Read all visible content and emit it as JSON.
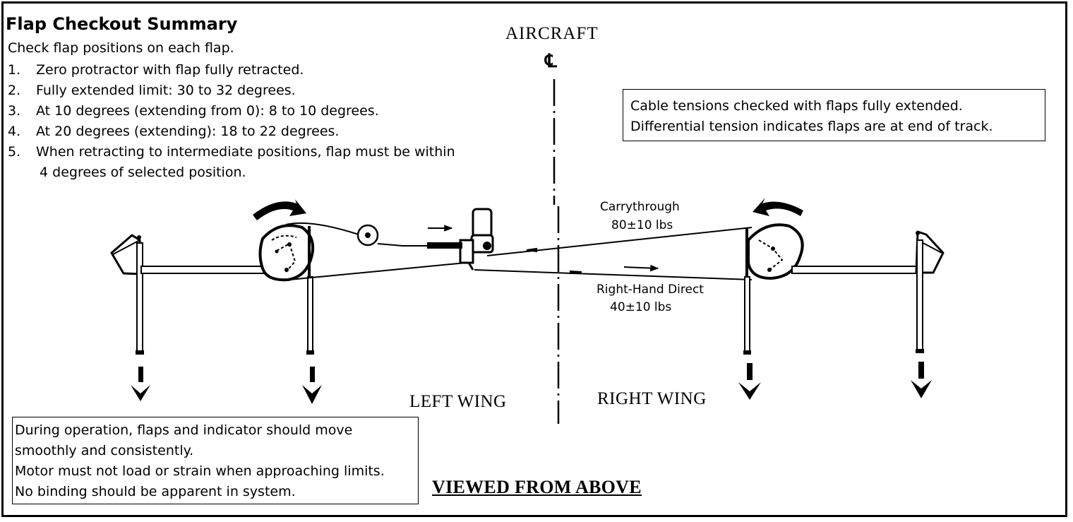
{
  "summary": {
    "title": "Flap Checkout Summary",
    "intro": "Check flap positions on each flap.",
    "steps": [
      {
        "num": "1.",
        "text": "Zero protractor with flap fully retracted.",
        "cont": ""
      },
      {
        "num": "2.",
        "text": "Fully extended limit:  30 to 32 degrees.",
        "cont": ""
      },
      {
        "num": "3.",
        "text": "At 10 degrees (extending from 0):  8 to 10 degrees.",
        "cont": ""
      },
      {
        "num": "4.",
        "text": "At 20 degrees (extending):  18 to 22 degrees.",
        "cont": ""
      },
      {
        "num": "5.",
        "text": "When retracting to intermediate positions, flap must be within",
        "cont": "4 degrees of selected position."
      }
    ]
  },
  "cable_note": {
    "line1": "Cable tensions checked with flaps fully extended.",
    "line2": "Differential tension indicates flaps are at end of track."
  },
  "operation_note": {
    "line1": "During operation, flaps and indicator should move",
    "line2": "smoothly and consistently.",
    "line3": "Motor must not load or strain when approaching limits.",
    "line4": "No binding should be apparent in system."
  },
  "diagram": {
    "aircraft_label": "AIRCRAFT",
    "centerline_symbol": "℄",
    "left_wing_label": "LEFT WING",
    "right_wing_label": "RIGHT WING",
    "viewed_label": "VIEWED FROM ABOVE",
    "carrythrough_label": "Carrythrough",
    "carrythrough_value": "80±10 lbs",
    "rh_direct_label": "Right-Hand Direct",
    "rh_direct_value": "40±10 lbs",
    "icons": [
      "bellcrank-icon",
      "pulley-icon",
      "actuator-motor-icon",
      "rotation-arrow-icon",
      "down-arrow-icon",
      "direction-arrow-icon"
    ]
  }
}
